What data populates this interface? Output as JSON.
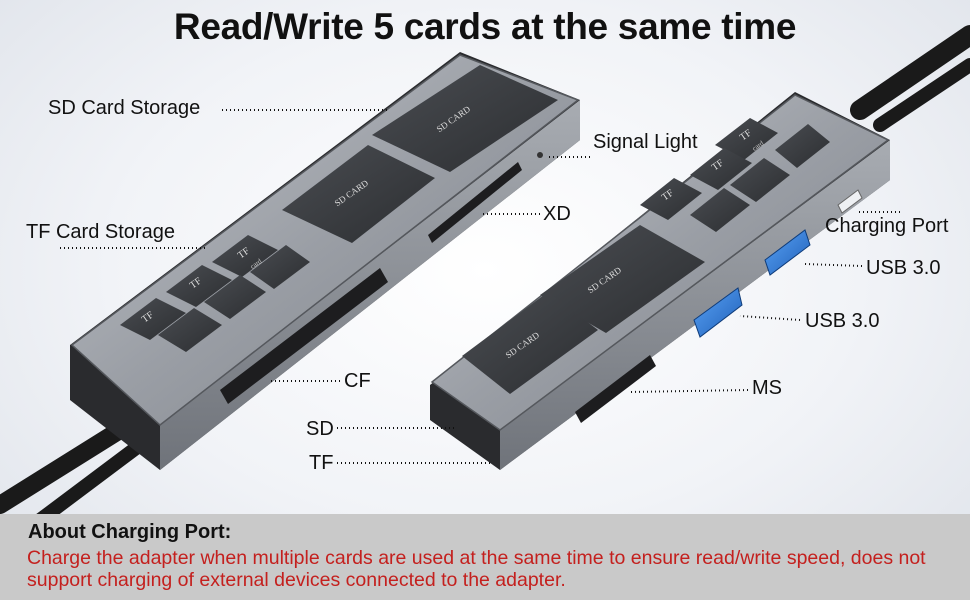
{
  "title": "Read/Write 5 cards at the same time",
  "labels": {
    "sd_card_storage": "SD Card Storage",
    "tf_card_storage": "TF Card Storage",
    "signal_light": "Signal Light",
    "xd": "XD",
    "cf": "CF",
    "sd": "SD",
    "tf": "TF",
    "charging_port": "Charging Port",
    "usb_upper": "USB 3.0",
    "usb_lower": "USB 3.0",
    "ms": "MS"
  },
  "card_text": {
    "sd_card": "SD CARD",
    "tf": "TF",
    "card": "card"
  },
  "note": {
    "heading": "About Charging Port:",
    "body": "Charge the adapter when multiple cards are used at the same time to ensure read/write speed, does not support charging of external devices connected to the adapter."
  },
  "colors": {
    "title": "#111111",
    "note_bg": "#c9c9c9",
    "note_text": "#c4201e",
    "usb_blue": "#2f7fe0",
    "body_metal": "#9a9ea5",
    "card_dark": "#3a3c40"
  }
}
